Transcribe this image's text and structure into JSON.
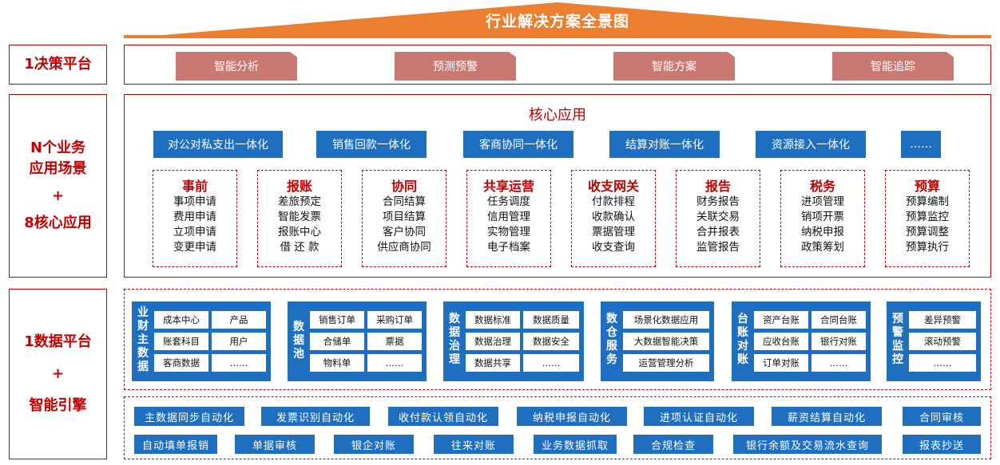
{
  "title": "行业解决方案全景图",
  "left_labels": {
    "decision": "1决策平台",
    "business_line1": "N个业务",
    "business_line2": "应用场景",
    "plus": "+",
    "core": "8核心应用",
    "data": "1数据平台",
    "engine": "智能引擎"
  },
  "decision_tags": [
    "智能分析",
    "预测预警",
    "智能方案",
    "智能追踪"
  ],
  "core": {
    "title": "核心应用",
    "buttons": [
      "对公对私支出一体化",
      "销售回款一体化",
      "客商协同一体化",
      "结算对账一体化",
      "资源接入一体化",
      "……"
    ],
    "modules": [
      {
        "title": "事前",
        "items": [
          "事项申请",
          "费用申请",
          "立项申请",
          "变更申请"
        ]
      },
      {
        "title": "报账",
        "items": [
          "差旅预定",
          "智能发票",
          "报账中心",
          "借 还 款"
        ]
      },
      {
        "title": "协同",
        "items": [
          "合同结算",
          "项目结算",
          "客户协同",
          "供应商协同"
        ]
      },
      {
        "title": "共享运营",
        "items": [
          "任务调度",
          "信用管理",
          "实物管理",
          "电子档案"
        ]
      },
      {
        "title": "收支网关",
        "items": [
          "付款排程",
          "收款确认",
          "票据管理",
          "收支查询"
        ]
      },
      {
        "title": "报告",
        "items": [
          "财务报告",
          "关联交易",
          "合并报表",
          "监管报告"
        ]
      },
      {
        "title": "税务",
        "items": [
          "进项管理",
          "销项开票",
          "纳税申报",
          "政策筹划"
        ]
      },
      {
        "title": "预算",
        "items": [
          "预算编制",
          "预算监控",
          "预算调整",
          "预算执行"
        ]
      }
    ]
  },
  "data_platform": [
    {
      "label": [
        "业",
        "财",
        "主",
        "数",
        "据"
      ],
      "cells": [
        "成本中心",
        "产品",
        "账套科目",
        "用户",
        "客商数据",
        "……"
      ]
    },
    {
      "label": [
        "数",
        "据",
        "池"
      ],
      "cells": [
        "销售订单",
        "采购订单",
        "合储单",
        "票据",
        "物料单",
        "……"
      ]
    },
    {
      "label": [
        "数",
        "据",
        "治",
        "理"
      ],
      "cells": [
        "数据标准",
        "数据质量",
        "数据治理",
        "数据安全",
        "数据共享",
        "……"
      ]
    },
    {
      "label": [
        "数",
        "仓",
        "服",
        "务"
      ],
      "cells": [
        "场景化数据应用",
        "大数据智能决策",
        "运营管理分析"
      ]
    },
    {
      "label": [
        "台",
        "账",
        "对",
        "账"
      ],
      "cells": [
        "资产台账",
        "合同台账",
        "应收台账",
        "银行对账",
        "订单对账",
        "……"
      ]
    },
    {
      "label": [
        "预",
        "警",
        "监",
        "控"
      ],
      "cells": [
        "差异预警",
        "滚动预警",
        "……"
      ]
    }
  ],
  "engine_row1": [
    "主数据同步自动化",
    "发票识别自动化",
    "收付款认领自动化",
    "纳税申报自动化",
    "进项认证自动化",
    "薪资结算自动化",
    "合同审核"
  ],
  "engine_row2": [
    "自动填单报销",
    "单据审核",
    "银企对账",
    "往来对账",
    "业务数据抓取",
    "合规检查",
    "银行余额及交易流水查询",
    "报表抄送"
  ],
  "colors": {
    "accent_red": "#c00000",
    "blue": "#1f6fc0",
    "orange": "#ec7e30",
    "tag_pink": "#c97971"
  }
}
